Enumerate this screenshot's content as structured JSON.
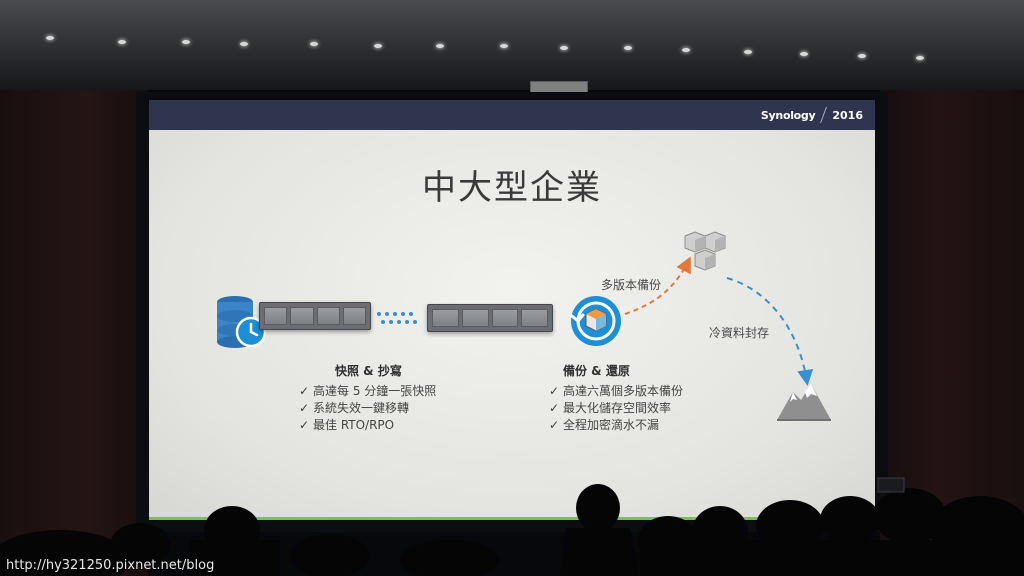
{
  "slide": {
    "brand": "Synology",
    "year": "2016",
    "title": "中大型企業",
    "label_multi_version": "多版本備份",
    "label_cold_archive": "冷資料封存",
    "snapshot": {
      "title": "快照 & 抄寫",
      "items": [
        "高達每 5 分鐘一張快照",
        "系統失效一鍵移轉",
        "最佳 RTO/RPO"
      ]
    },
    "backup": {
      "title": "備份 & 還原",
      "items": [
        "高達六萬個多版本備份",
        "最大化儲存空間效率",
        "全程加密滴水不漏"
      ]
    },
    "check_mark": "✓"
  },
  "icons": [
    "database-clock-icon",
    "nas-rack-icon",
    "replication-dots-icon",
    "backup-restore-icon",
    "cloud-boxes-icon",
    "mountain-archive-icon"
  ],
  "colors": {
    "slide_bar": "#30354f",
    "accent_blue": "#1e8fd6",
    "arrow_orange": "#e07a3c",
    "arrow_blue": "#3a8fd0"
  },
  "watermark": "http://hy321250.pixnet.net/blog"
}
